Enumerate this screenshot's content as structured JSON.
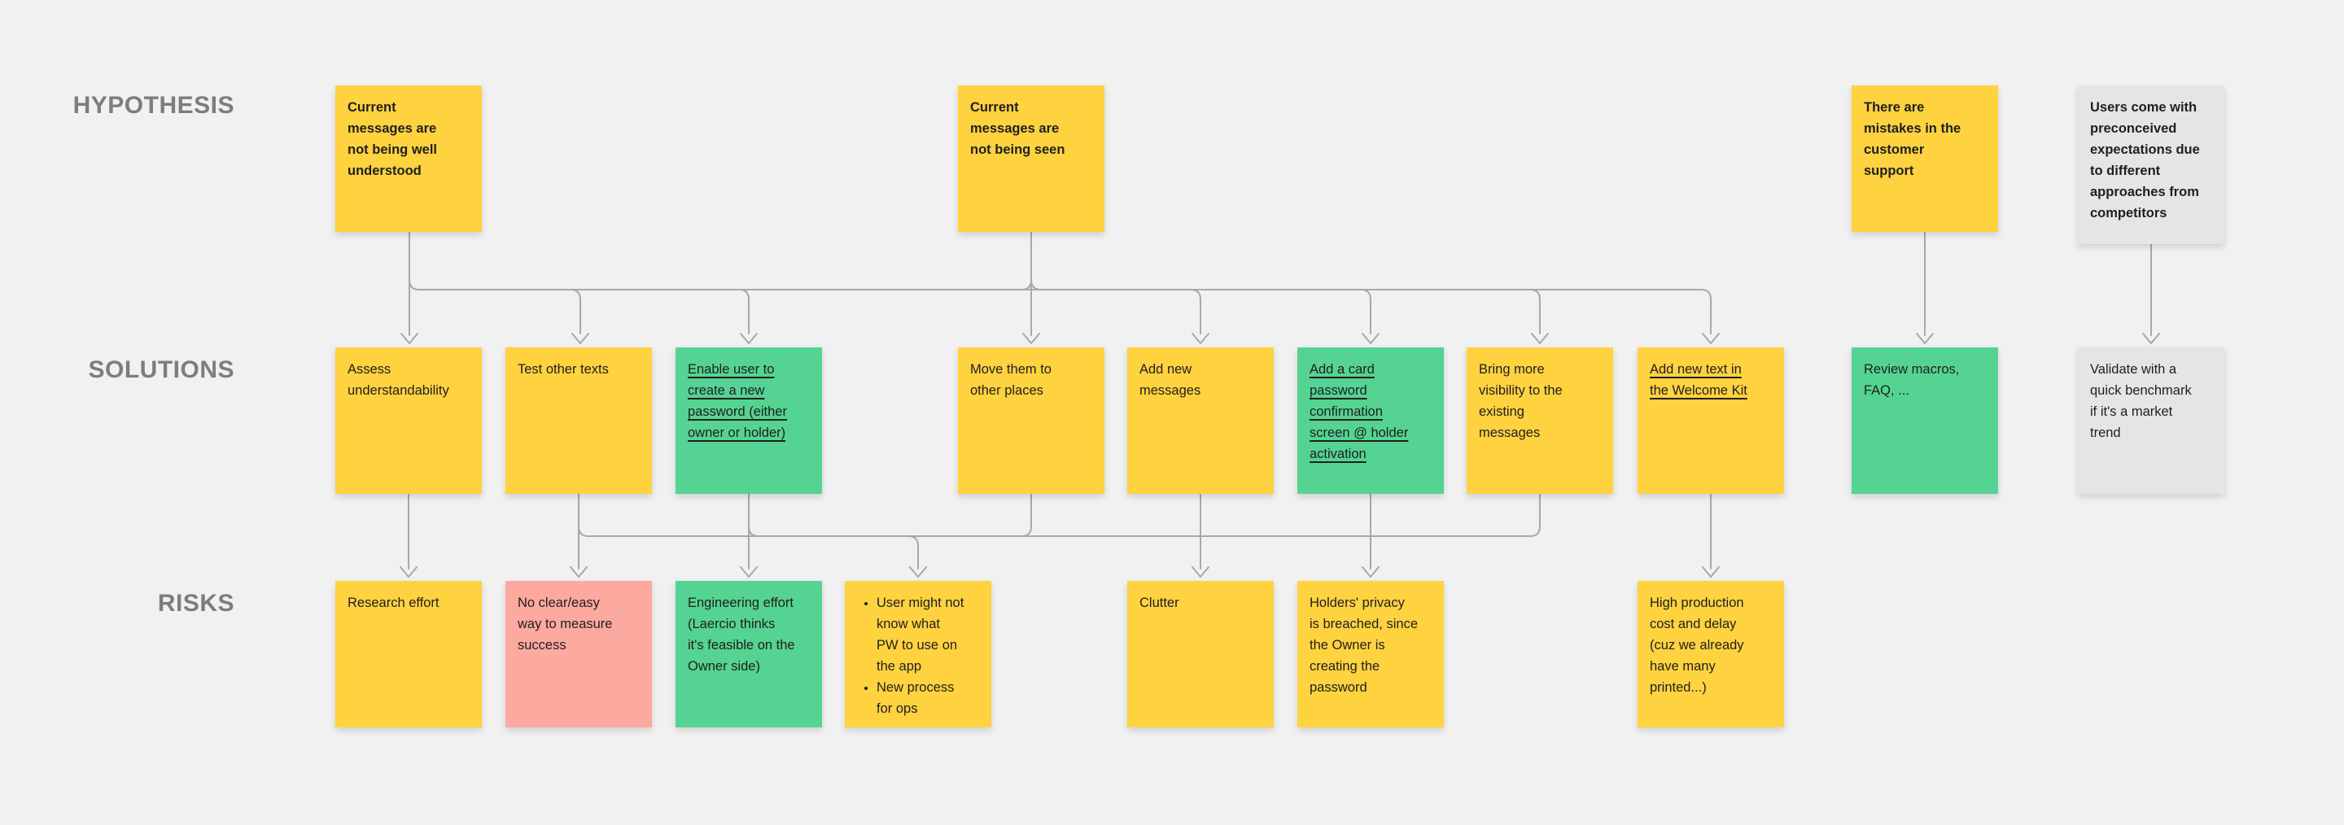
{
  "canvas": {
    "background_color": "#F1F1F1",
    "connector_color": "#A8A8A8",
    "label_color": "#7D7D7D",
    "palette": {
      "yellow": "#FFD240",
      "green": "#55D392",
      "red": "#FCA9A0",
      "gray": "#E5E5E5"
    }
  },
  "row_labels": {
    "hypothesis": "HYPOTHESIS",
    "solutions": "SOLUTIONS",
    "risks": "RISKS"
  },
  "notes": {
    "hyp_understood": {
      "text": "Current\nmessages are\nnot being well\nunderstood"
    },
    "hyp_seen": {
      "text": "Current\nmessages are\nnot being seen"
    },
    "hyp_mistakes": {
      "text": "There are\nmistakes in the\ncustomer\nsupport"
    },
    "hyp_preconceived": {
      "text": "Users come with\npreconceived\nexpectations due\nto different\napproaches from\ncompetitors"
    },
    "sol_assess": {
      "text": "Assess\nunderstandability"
    },
    "sol_test": {
      "text": "Test other texts"
    },
    "sol_enable": {
      "text": "Enable user to\ncreate a new\npassword (either\nowner or holder)"
    },
    "sol_move": {
      "text": "Move them to\nother places"
    },
    "sol_addmsg": {
      "text": "Add new\nmessages"
    },
    "sol_addcard": {
      "text": "Add a card\npassword\nconfirmation\nscreen @ holder\nactivation"
    },
    "sol_bring": {
      "text": "Bring more\nvisibility to the\nexisting\nmessages"
    },
    "sol_welcome": {
      "text": "Add new text in\nthe Welcome Kit"
    },
    "sol_macros": {
      "text": "Review macros,\nFAQ, ..."
    },
    "sol_validate": {
      "text": "Validate with a\nquick benchmark\nif it's a market\ntrend"
    },
    "risk_research": {
      "text": "Research effort"
    },
    "risk_measure": {
      "text": "No clear/easy\nway to measure\nsuccess"
    },
    "risk_eng": {
      "text": "Engineering effort\n(Laercio thinks\nit's feasible on the\nOwner side)"
    },
    "risk_bullets": {
      "items": [
        "User might not\nknow what\nPW to use on\nthe app",
        "New process\nfor ops"
      ]
    },
    "risk_clutter": {
      "text": "Clutter"
    },
    "risk_privacy": {
      "text": "Holders' privacy\nis breached, since\nthe Owner is\ncreating the\npassword"
    },
    "risk_production": {
      "text": "High production\ncost and delay\n(cuz we already\nhave many\nprinted...)"
    }
  }
}
